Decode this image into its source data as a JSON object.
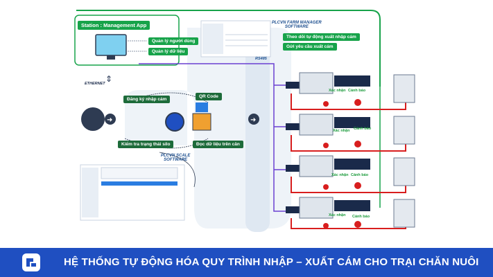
{
  "station": {
    "title": "Station : Management App",
    "items": [
      "Quản lý người dùng",
      "Quản lý dữ liệu"
    ]
  },
  "farm_manager": {
    "caption_line1": "PLCVN FARM MANAGER",
    "caption_line2": "SOFTWARE",
    "features": [
      "Theo dõi tự động xuất nhập cám",
      "Gửi yêu cầu xuất cám"
    ]
  },
  "network": {
    "rs485": "RS485",
    "ethernet": "ETHERNET"
  },
  "scale": {
    "features": [
      "Đăng ký nhập cám",
      "QR Code",
      "Kiểm tra trạng thái silo",
      "Đọc dữ liệu trên cân"
    ],
    "caption_line1": "PLCVN SCALE",
    "caption_line2": "SOFTWARE"
  },
  "silo_rows": [
    {
      "confirm": "Xác nhận",
      "alert": "Cảnh báo"
    },
    {
      "confirm": "Xác nhận",
      "alert": "Cảnh báo"
    },
    {
      "confirm": "Xác nhận",
      "alert": "Cảnh báo"
    },
    {
      "confirm": "Xác nhận",
      "alert": "Cảnh báo"
    }
  ],
  "footer": {
    "title": "HỆ THỐNG TỰ ĐỘNG HÓA QUY TRÌNH NHẬP – XUẤT CÁM CHO TRẠI CHĂN NUÔI"
  },
  "colors": {
    "accent_green": "#17a34a",
    "footer_blue": "#1f4fc1",
    "line_purple": "#6a3fd1",
    "line_red": "#d81e1e"
  }
}
